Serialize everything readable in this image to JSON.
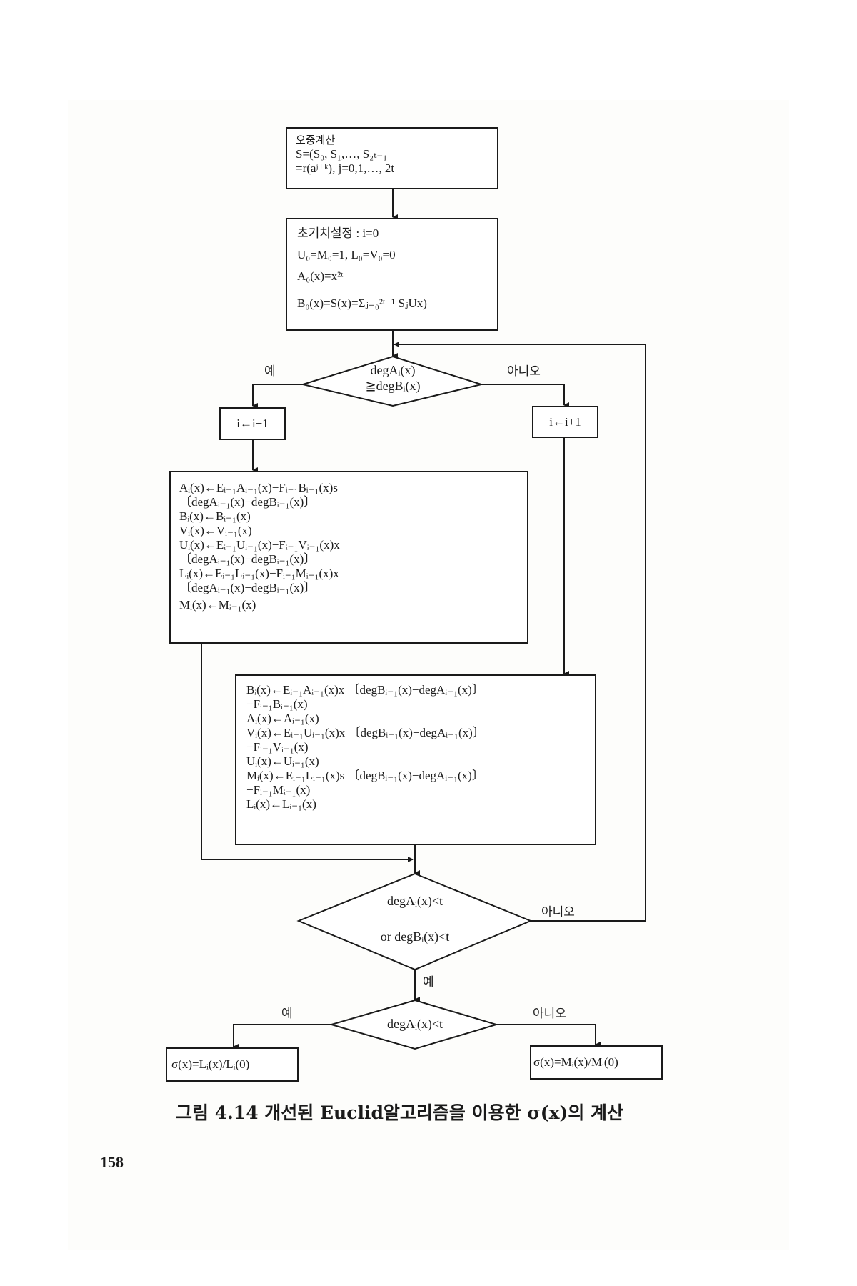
{
  "diagram": {
    "title": "Euclid algorithm flowchart for sigma(x)",
    "syndrome_box": {
      "lines": [
        "오중계산",
        "S=(S₀, S₁,…, S₂ₜ₋₁",
        "=r(aʲ⁺ᵏ), j=0,1,…, 2t"
      ]
    },
    "init_box": {
      "lines": [
        "초기치설정 :  i=0",
        "U₀=M₀=1,  L₀=V₀=0",
        "A₀(x)=x²ᵗ",
        "B₀(x)=S(x)=Σⱼ₌₀²ᵗ⁻¹ SⱼUx)"
      ]
    },
    "decision1": {
      "line1": "degAᵢ(x)",
      "line2": "≧degBᵢ(x)",
      "yes_label": "예",
      "no_label": "아니오"
    },
    "increment_left": {
      "text": "i←i+1"
    },
    "increment_right": {
      "text": "i←i+1"
    },
    "left_update_box": {
      "lines": [
        "Aᵢ(x)←Eᵢ₋₁Aᵢ₋₁(x)−Fᵢ₋₁Bᵢ₋₁(x)s",
        "〔degAᵢ₋₁(x)−degBᵢ₋₁(x)〕",
        "Bᵢ(x)←Bᵢ₋₁(x)",
        "Vᵢ(x)←Vᵢ₋₁(x)",
        "Uᵢ(x)←Eᵢ₋₁Uᵢ₋₁(x)−Fᵢ₋₁Vᵢ₋₁(x)x",
        "〔degAᵢ₋₁(x)−degBᵢ₋₁(x)〕",
        "Lᵢ(x)←Eᵢ₋₁Lᵢ₋₁(x)−Fᵢ₋₁Mᵢ₋₁(x)x",
        "〔degAᵢ₋₁(x)−degBᵢ₋₁(x)〕",
        "Mᵢ(x)←Mᵢ₋₁(x)"
      ]
    },
    "right_update_box": {
      "lines": [
        "Bᵢ(x)←Eᵢ₋₁Aᵢ₋₁(x)x 〔degBᵢ₋₁(x)−degAᵢ₋₁(x)〕",
        "−Fᵢ₋₁Bᵢ₋₁(x)",
        "Aᵢ(x)←Aᵢ₋₁(x)",
        "Vᵢ(x)←Eᵢ₋₁Uᵢ₋₁(x)x 〔degBᵢ₋₁(x)−degAᵢ₋₁(x)〕",
        "−Fᵢ₋₁Vᵢ₋₁(x)",
        "Uᵢ(x)←Uᵢ₋₁(x)",
        "Mᵢ(x)←Eᵢ₋₁Lᵢ₋₁(x)s 〔degBᵢ₋₁(x)−degAᵢ₋₁(x)〕",
        "−Fᵢ₋₁Mᵢ₋₁(x)",
        "Lᵢ(x)←Lᵢ₋₁(x)"
      ]
    },
    "decision2": {
      "line1": "degAᵢ(x)<t",
      "line2": "or degBᵢ(x)<t",
      "yes_label": "예",
      "no_label": "아니오"
    },
    "decision3": {
      "text": "degAᵢ(x)<t",
      "yes_label": "예",
      "no_label": "아니오"
    },
    "result_left": {
      "text": "σ(x)=Lᵢ(x)/Lᵢ(0)"
    },
    "result_right": {
      "text": "σ(x)=Mᵢ(x)/Mᵢ(0)"
    }
  },
  "caption": "그림 4.14  개선된 Euclid알고리즘을 이용한 σ(x)의 계산",
  "page_number": "158"
}
